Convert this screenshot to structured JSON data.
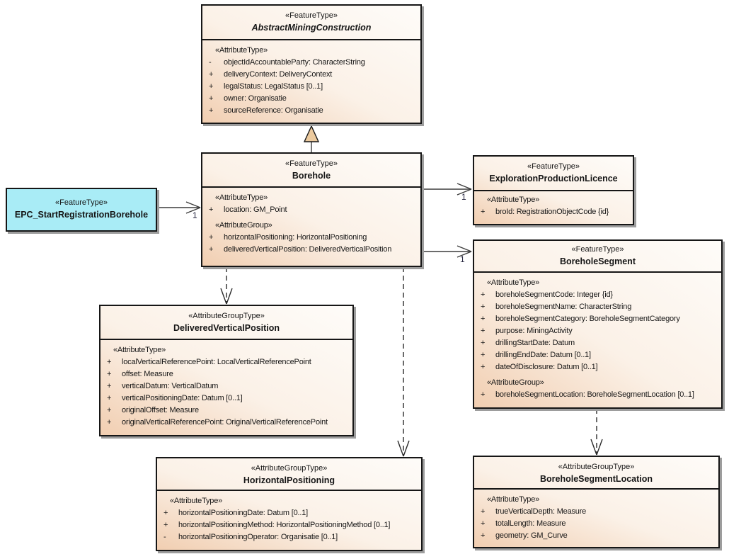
{
  "colors": {
    "box_gradient_start": "#f1ceb1",
    "box_gradient_end": "#fefcf9",
    "epc_fill": "#a9ecf6",
    "border": "#161616",
    "shadow": "#9d9d9d",
    "generalization_arrow_fill": "#ecca9e",
    "connector_line": "#3c3c3c"
  },
  "boxes": {
    "amc": {
      "stereotype": "«FeatureType»",
      "name": "AbstractMiningConstruction",
      "attr_header": "«AttributeType»",
      "attrs": [
        {
          "vis": "-",
          "text": "objectIdAccountableParty: CharacterString"
        },
        {
          "vis": "+",
          "text": "deliveryContext: DeliveryContext"
        },
        {
          "vis": "+",
          "text": "legalStatus: LegalStatus [0..1]"
        },
        {
          "vis": "+",
          "text": "owner: Organisatie"
        },
        {
          "vis": "+",
          "text": "sourceReference: Organisatie"
        }
      ]
    },
    "borehole": {
      "stereotype": "«FeatureType»",
      "name": "Borehole",
      "attr_header": "«AttributeType»",
      "attrs": [
        {
          "vis": "+",
          "text": "location: GM_Point"
        }
      ],
      "group_header": "«AttributeGroup»",
      "group_attrs": [
        {
          "vis": "+",
          "text": "horizontalPositioning: HorizontalPositioning"
        },
        {
          "vis": "+",
          "text": "deliveredVerticalPosition: DeliveredVerticalPosition"
        }
      ]
    },
    "epc": {
      "stereotype": "«FeatureType»",
      "name": "EPC_StartRegistrationBorehole"
    },
    "epl": {
      "stereotype": "«FeatureType»",
      "name": "ExplorationProductionLicence",
      "attr_header": "«AttributeType»",
      "attrs": [
        {
          "vis": "+",
          "text": "broId: RegistrationObjectCode {id}"
        }
      ]
    },
    "segment": {
      "stereotype": "«FeatureType»",
      "name": "BoreholeSegment",
      "attr_header": "«AttributeType»",
      "attrs": [
        {
          "vis": "+",
          "text": "boreholeSegmentCode: Integer {id}"
        },
        {
          "vis": "+",
          "text": "boreholeSegmentName: CharacterString"
        },
        {
          "vis": "+",
          "text": "boreholeSegmentCategory: BoreholeSegmentCategory"
        },
        {
          "vis": "+",
          "text": "purpose: MiningActivity"
        },
        {
          "vis": "+",
          "text": "drillingStartDate: Datum"
        },
        {
          "vis": "+",
          "text": "drillingEndDate: Datum [0..1]"
        },
        {
          "vis": "+",
          "text": "dateOfDisclosure: Datum [0..1]"
        }
      ],
      "group_header": "«AttributeGroup»",
      "group_attrs": [
        {
          "vis": "+",
          "text": "boreholeSegmentLocation: BoreholeSegmentLocation [0..1]"
        }
      ]
    },
    "dvp": {
      "stereotype": "«AttributeGroupType»",
      "name": "DeliveredVerticalPosition",
      "attr_header": "«AttributeType»",
      "attrs": [
        {
          "vis": "+",
          "text": "localVerticalReferencePoint: LocalVerticalReferencePoint"
        },
        {
          "vis": "+",
          "text": "offset: Measure"
        },
        {
          "vis": "+",
          "text": "verticalDatum: VerticalDatum"
        },
        {
          "vis": "+",
          "text": "verticalPositioningDate: Datum [0..1]"
        },
        {
          "vis": "+",
          "text": "originalOffset: Measure"
        },
        {
          "vis": "+",
          "text": "originalVerticalReferencePoint: OriginalVerticalReferencePoint"
        }
      ]
    },
    "hp": {
      "stereotype": "«AttributeGroupType»",
      "name": "HorizontalPositioning",
      "attr_header": "«AttributeType»",
      "attrs": [
        {
          "vis": "+",
          "text": "horizontalPositioningDate: Datum [0..1]"
        },
        {
          "vis": "+",
          "text": "horizontalPositioningMethod: HorizontalPositioningMethod [0..1]"
        },
        {
          "vis": "-",
          "text": "horizontalPositioningOperator: Organisatie [0..1]"
        }
      ]
    },
    "bsl": {
      "stereotype": "«AttributeGroupType»",
      "name": "BoreholeSegmentLocation",
      "attr_header": "«AttributeType»",
      "attrs": [
        {
          "vis": "+",
          "text": "trueVerticalDepth: Measure"
        },
        {
          "vis": "+",
          "text": "totalLength: Measure"
        },
        {
          "vis": "+",
          "text": "geometry: GM_Curve"
        }
      ]
    }
  },
  "connectors": {
    "borehole_to_amc": {
      "type": "generalization"
    },
    "epc_to_borehole": {
      "type": "association",
      "multiplicity": "1"
    },
    "borehole_to_epl": {
      "type": "association",
      "multiplicity": "1"
    },
    "borehole_to_segment": {
      "type": "association",
      "multiplicity": "1"
    },
    "borehole_to_dvp": {
      "type": "dependency"
    },
    "borehole_to_hp": {
      "type": "dependency"
    },
    "segment_to_bsl": {
      "type": "dependency"
    }
  }
}
